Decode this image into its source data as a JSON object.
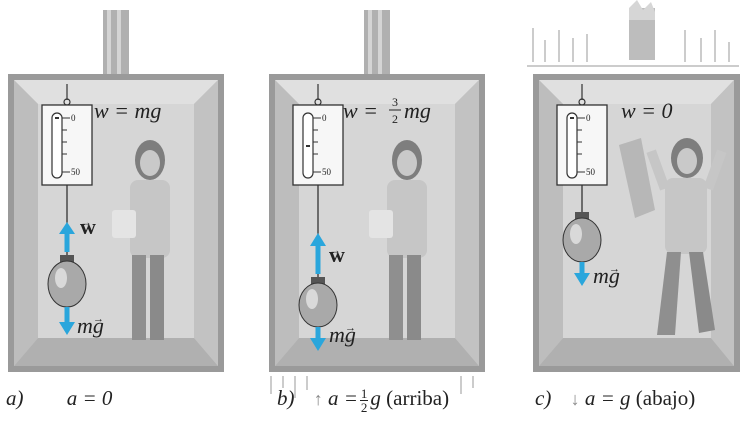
{
  "panels": [
    {
      "id": "a",
      "formula": "w = mg",
      "scale_top": "0",
      "scale_bottom": "50",
      "w_vector_label": "w",
      "mg_vector_label": "mg",
      "caption_letter": "a)",
      "caption_text": "a = 0"
    },
    {
      "id": "b",
      "formula_left": "w =",
      "formula_frac_num": "3",
      "formula_frac_den": "2",
      "formula_right": "mg",
      "scale_top": "0",
      "scale_bottom": "50",
      "w_vector_label": "w",
      "mg_vector_label": "mg",
      "caption_letter": "b)",
      "caption_var": "a =",
      "caption_frac_num": "1",
      "caption_frac_den": "2",
      "caption_g": "g",
      "caption_direction": "(arriba)"
    },
    {
      "id": "c",
      "formula": "w = 0",
      "scale_top": "0",
      "scale_bottom": "50",
      "mg_vector_label": "mg",
      "caption_letter": "c)",
      "caption_var": "a = g",
      "caption_direction": "(abajo)"
    }
  ],
  "colors": {
    "vector": "#2aa6dc",
    "direction_arrow": "#888888",
    "elevator_wall": "#b9b9b9",
    "elevator_frame": "#8a8a8a"
  }
}
